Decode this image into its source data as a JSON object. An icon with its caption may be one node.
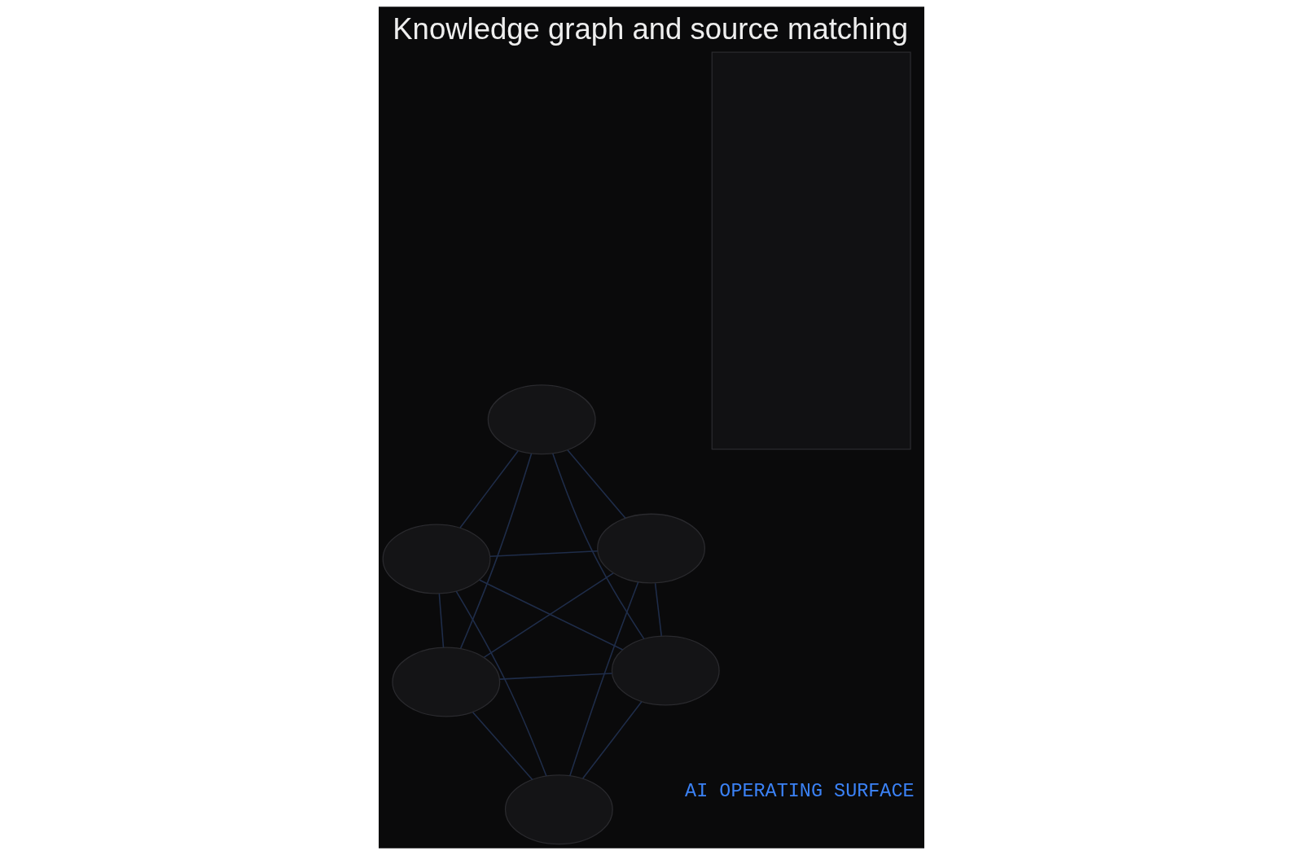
{
  "diagram": {
    "title": "Knowledge graph and source matching",
    "nodes": [
      {
        "text": [],
        "shape": "ellipse"
      },
      {
        "text": [],
        "shape": "ellipse"
      },
      {
        "text": [],
        "shape": "ellipse"
      },
      {
        "text": [],
        "shape": "ellipse"
      },
      {
        "text": [],
        "shape": "ellipse"
      },
      {
        "text": [],
        "shape": "ellipse"
      },
      {
        "text": [],
        "shape": "box"
      }
    ],
    "edges": [
      {
        "from": 0,
        "to": 1,
        "arrow": "none"
      },
      {
        "from": 0,
        "to": 2,
        "arrow": "none"
      },
      {
        "from": 0,
        "to": 3,
        "arrow": "none"
      },
      {
        "from": 0,
        "to": 4,
        "arrow": "none"
      },
      {
        "from": 0,
        "to": 5,
        "arrow": "none"
      },
      {
        "from": 1,
        "to": 2,
        "arrow": "none"
      },
      {
        "from": 1,
        "to": 3,
        "arrow": "none"
      },
      {
        "from": 1,
        "to": 4,
        "arrow": "none"
      },
      {
        "from": 1,
        "to": 5,
        "arrow": "none"
      },
      {
        "from": 2,
        "to": 5,
        "arrow": "none"
      },
      {
        "from": 2,
        "to": 4,
        "arrow": "none"
      },
      {
        "from": 3,
        "to": 4,
        "arrow": "none"
      },
      {
        "from": 3,
        "to": 5,
        "arrow": "none"
      },
      {
        "from": 4,
        "to": 5,
        "arrow": "none"
      }
    ],
    "labels": [
      "AI OPERATING SURFACE"
    ]
  }
}
